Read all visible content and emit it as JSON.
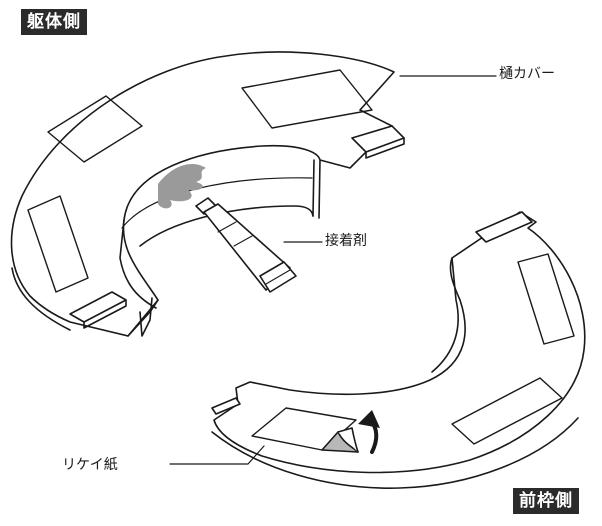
{
  "labels": {
    "body_side": "躯体側",
    "front_frame_side": "前枠側",
    "gutter_bar": "樋カバー",
    "adhesive": "接着剤",
    "release_paper": "リケイ紙"
  },
  "colors": {
    "badge_bg": "#2b2b2b",
    "badge_text": "#ffffff",
    "line": "#1a1a1a",
    "glue": "#9a9a9a",
    "peel_gray": "#b8b8b8"
  }
}
